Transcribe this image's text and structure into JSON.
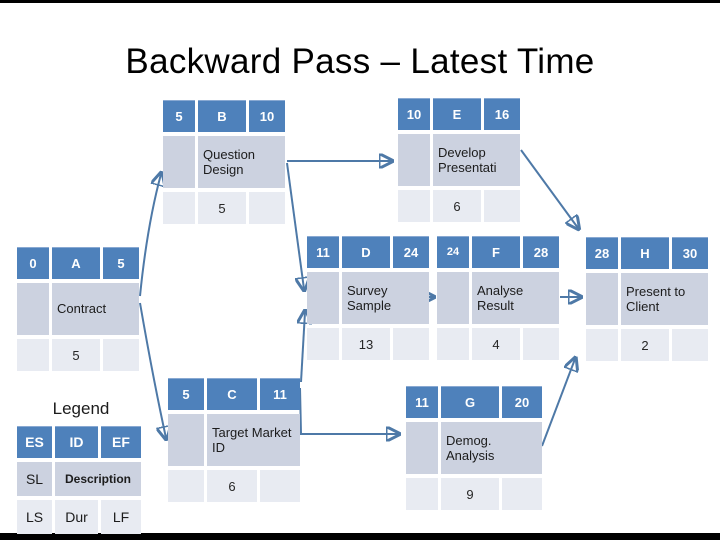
{
  "title": "Backward Pass – Latest Time",
  "legend": {
    "title": "Legend",
    "es": "ES",
    "id": "ID",
    "ef": "EF",
    "sl": "SL",
    "description": "Description",
    "ls": "LS",
    "dur": "Dur",
    "lf": "LF"
  },
  "nodes": {
    "a": {
      "es": "0",
      "id": "A",
      "ef": "5",
      "desc": "Contract",
      "sl": "",
      "dur": "5",
      "ls": "",
      "lf": ""
    },
    "b": {
      "es": "5",
      "id": "B",
      "ef": "10",
      "desc": "Question Design",
      "sl": "",
      "dur": "5",
      "ls": "",
      "lf": ""
    },
    "c": {
      "es": "5",
      "id": "C",
      "ef": "11",
      "desc": "Target Market ID",
      "sl": "",
      "dur": "6",
      "ls": "",
      "lf": ""
    },
    "d": {
      "es": "11",
      "id": "D",
      "ef": "24",
      "desc": "Survey Sample",
      "sl": "",
      "dur": "13",
      "ls": "",
      "lf": ""
    },
    "e": {
      "es": "10",
      "id": "E",
      "ef": "16",
      "desc": "Develop Presentati",
      "sl": "",
      "dur": "6",
      "ls": "",
      "lf": ""
    },
    "f": {
      "es": "24",
      "id": "F",
      "ef": "28",
      "desc": "Analyse Result",
      "sl": "",
      "dur": "4",
      "ls": "",
      "lf": ""
    },
    "g": {
      "es": "11",
      "id": "G",
      "ef": "20",
      "desc": "Demog. Analysis",
      "sl": "",
      "dur": "9",
      "ls": "",
      "lf": ""
    },
    "h": {
      "es": "28",
      "id": "H",
      "ef": "30",
      "desc": "Present to Client",
      "sl": "",
      "dur": "2",
      "ls": "",
      "lf": ""
    }
  },
  "edges": [
    {
      "from": "A",
      "to": "B"
    },
    {
      "from": "A",
      "to": "C"
    },
    {
      "from": "B",
      "to": "E"
    },
    {
      "from": "B",
      "to": "D"
    },
    {
      "from": "C",
      "to": "D"
    },
    {
      "from": "C",
      "to": "G"
    },
    {
      "from": "D",
      "to": "F"
    },
    {
      "from": "E",
      "to": "H"
    },
    {
      "from": "F",
      "to": "H"
    },
    {
      "from": "G",
      "to": "H"
    }
  ],
  "colors": {
    "node_header": "#4e81bb",
    "band_mid": "#ccd2e0",
    "band_light": "#e8ebf2",
    "connector": "#4e79a7",
    "title_text": "#000000"
  }
}
